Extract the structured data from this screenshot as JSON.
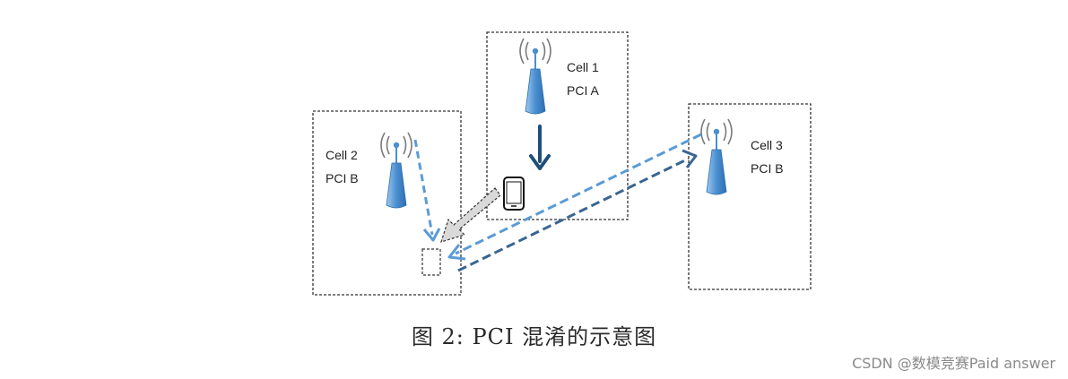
{
  "cells": [
    {
      "id": "cell-1",
      "name": "Cell 1",
      "pci": "PCI A"
    },
    {
      "id": "cell-2",
      "name": "Cell 2",
      "pci": "PCI B"
    },
    {
      "id": "cell-3",
      "name": "Cell 3",
      "pci": "PCI B"
    }
  ],
  "caption": "图 2: PCI 混淆的示意图",
  "watermark": "CSDN @数模竞赛Paid answer",
  "colors": {
    "tower": "#4a8fd0",
    "arrow_light": "#5b9bd5",
    "arrow_dark": "#3a6592",
    "arrow_solid": "#1f4e79",
    "box_border": "#333333"
  },
  "icons": [
    "cell-tower-icon",
    "phone-icon"
  ]
}
